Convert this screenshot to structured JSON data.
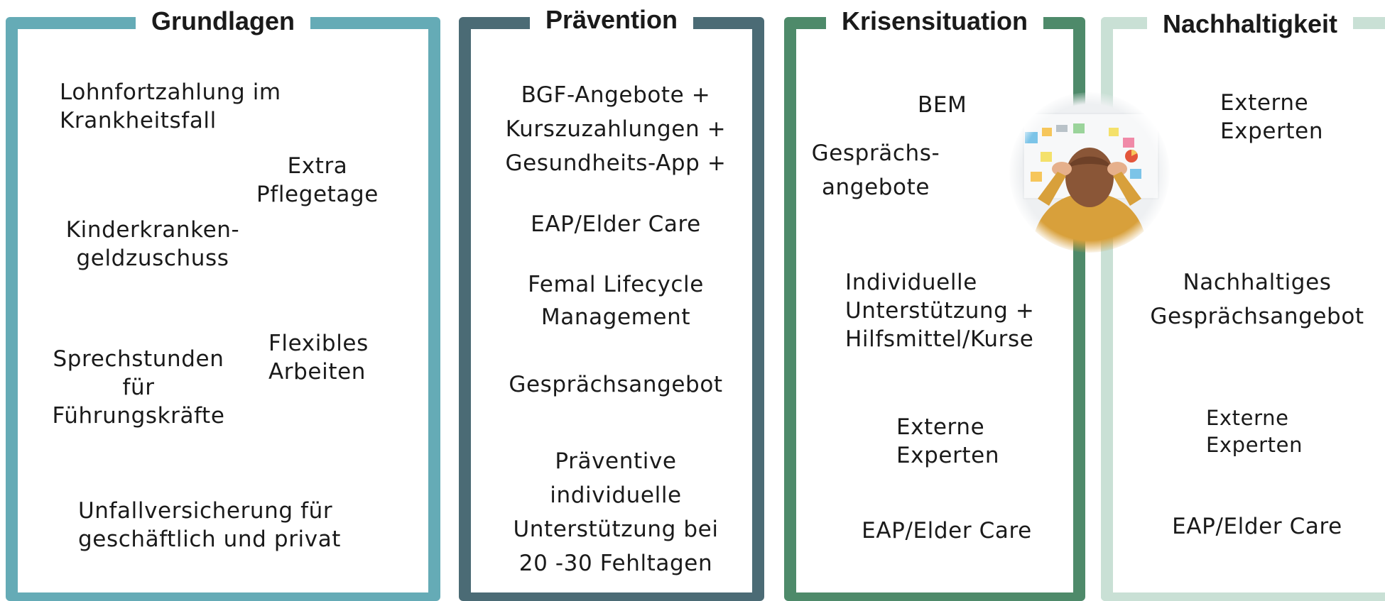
{
  "columns": [
    {
      "title": "Grundlagen",
      "color": "#65abb6",
      "items": [
        "Lohnfortzahlung im\nKrankheitsfall",
        "Extra\nPflegetage",
        "Kinderkranken-\ngeldzuschuss",
        "Sprechstunden\nfür\nFührungskräfte",
        "Flexibles\nArbeiten",
        "Unfallversicherung für\ngeschäftlich und privat"
      ]
    },
    {
      "title": "Prävention",
      "color": "#4b6b75",
      "items": [
        "BGF-Angebote +\nKurszuzahlungen +\nGesundheits-App +",
        "EAP/Elder Care",
        "Femal Lifecycle\nManagement",
        "Gesprächsangebot",
        "Präventive\nindividuelle\nUnterstützung bei\n20 -30 Fehltagen"
      ]
    },
    {
      "title": "Krisensituation",
      "color": "#4e8a6a",
      "items": [
        "BEM",
        "Gesprächs-\nangebote",
        "Individuelle\nUnterstützung +\nHilfsmittel/Kurse",
        "Externe\nExperten",
        "EAP/Elder Care"
      ]
    },
    {
      "title": "Nachhaltigkeit",
      "color": "#c9e0d5",
      "items": [
        "Externe\nExperten",
        "Nachhaltiges\nGesprächsangebot",
        "Externe\nExperten",
        "EAP/Elder Care"
      ]
    }
  ],
  "photo": {
    "icon": "stressed-person-at-whiteboard-photo",
    "colors": {
      "wall": "#eef0f2",
      "hair": "#8a5637",
      "sweater": "#d8a03b",
      "notes": [
        "#f6c65b",
        "#f08aa8",
        "#7cc4e8",
        "#9bd49b",
        "#f4e16b",
        "#6fa8dc"
      ]
    }
  }
}
